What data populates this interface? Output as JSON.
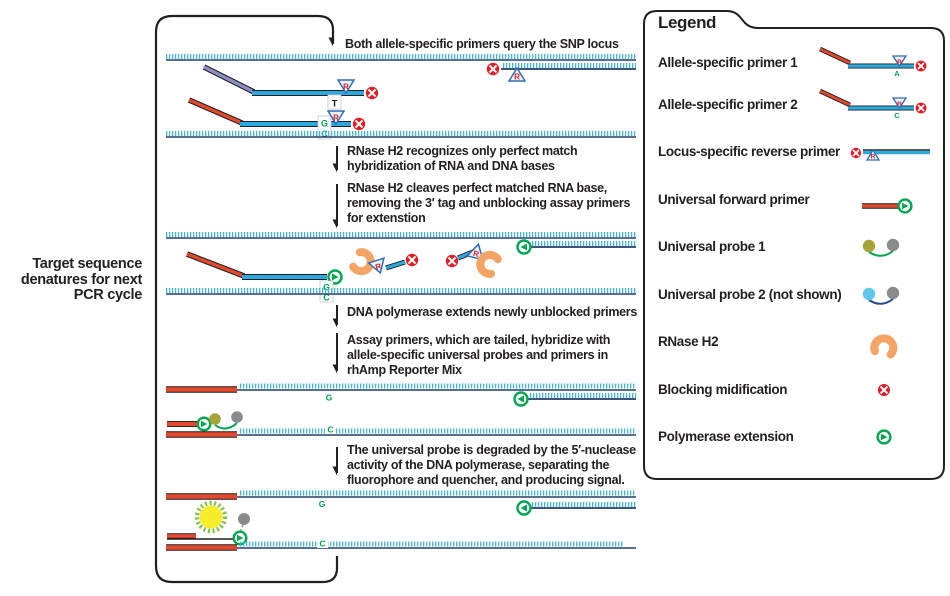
{
  "side_label": "Target sequence\ndenatures for next\nPCR cycle",
  "steps": [
    {
      "text": "Both allele-specific primers query the SNP locus"
    },
    {
      "text": "RNase H2 recognizes only perfect match\nhybridization of RNA and DNA bases"
    },
    {
      "text": "RNase H2 cleaves perfect matched RNA base,\nremoving the 3′ tag and unblocking assay primers\nfor extenstion"
    },
    {
      "text": "DNA polymerase extends newly unblocked primers"
    },
    {
      "text": "Assay primers, which are tailed, hybridize with\nallele-specific universal probes and primers in\nrhAmp Reporter Mix"
    },
    {
      "text": "The universal probe is degraded by the 5′-nuclease\nactivity of the DNA polymerase, separating the\nfluorophore and quencher, and producing signal."
    }
  ],
  "bases": {
    "a": "A",
    "c": "C",
    "g": "G",
    "t": "T",
    "r": "R"
  },
  "legend": {
    "title": "Legend",
    "items": [
      {
        "label": "Allele-specific primer 1",
        "icon": "allele-specific-primer-1-icon"
      },
      {
        "label": "Allele-specific primer 2",
        "icon": "allele-specific-primer-2-icon"
      },
      {
        "label": "Locus-specific reverse primer",
        "icon": "locus-specific-reverse-primer-icon"
      },
      {
        "label": "Universal forward primer",
        "icon": "universal-forward-primer-icon"
      },
      {
        "label": "Universal probe 1",
        "icon": "universal-probe-1-icon"
      },
      {
        "label": "Universal probe 2 (not shown)",
        "icon": "universal-probe-2-icon"
      },
      {
        "label": "RNase H2",
        "icon": "rnase-h2-icon"
      },
      {
        "label": "Blocking midification",
        "icon": "blocking-modification-icon"
      },
      {
        "label": "Polymerase extension",
        "icon": "polymerase-extension-icon"
      }
    ]
  },
  "colors": {
    "text": "#231f20",
    "strand_line": "#233e6c",
    "strand_ticks": "#45b5d8",
    "primer_body_blue": "#2da9e1",
    "primer_tail_red": "#e2492f",
    "primer_tail_purple": "#8b8ec8",
    "rna_triangle": "#2e6db4",
    "blocker_red": "#e31b23",
    "extension_green": "#00a651",
    "rnase_orange": "#f4a565",
    "probe1_fluor": "#a4a438",
    "probe2_fluor": "#62c6e8",
    "quencher_gray": "#898b8e",
    "signal_yellow": "#f8ed2a",
    "signal_spikes": "#7dc243"
  }
}
